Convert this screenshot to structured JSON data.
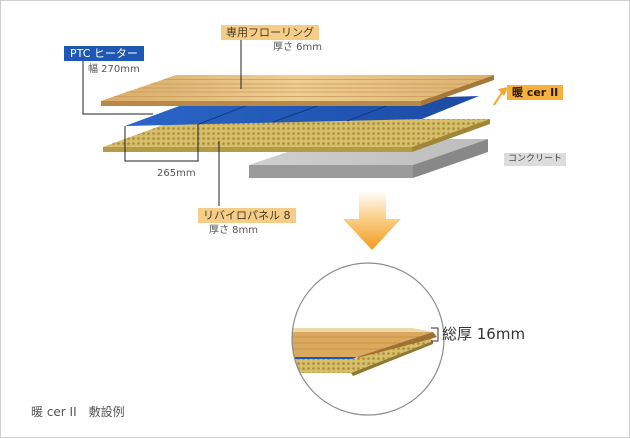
{
  "labels": {
    "flooring": "専用フローリング",
    "flooring_thickness": "厚さ 6mm",
    "heater": "PTC ヒーター",
    "heater_width": "幅 270mm",
    "product": "暖 cer II",
    "concrete": "コンクリート",
    "spacing": "265mm",
    "panel": "リバイロパネル 8",
    "panel_thickness": "厚さ 8mm",
    "total_thickness": "総厚 16mm"
  },
  "caption": "暖 cer II　敷設例",
  "colors": {
    "wood": "#e8bf7e",
    "heater_blue": "#1f57b5",
    "panel_gold": "#d9c06a",
    "concrete": "#a9a9a9",
    "arrow_orange": "#f39a1e",
    "leader_line": "#222222",
    "pointer_orange": "#f6a72a"
  },
  "icons": {
    "down_arrow": "down-arrow-icon",
    "pointer_arrow": "pointer-arrow-icon"
  }
}
